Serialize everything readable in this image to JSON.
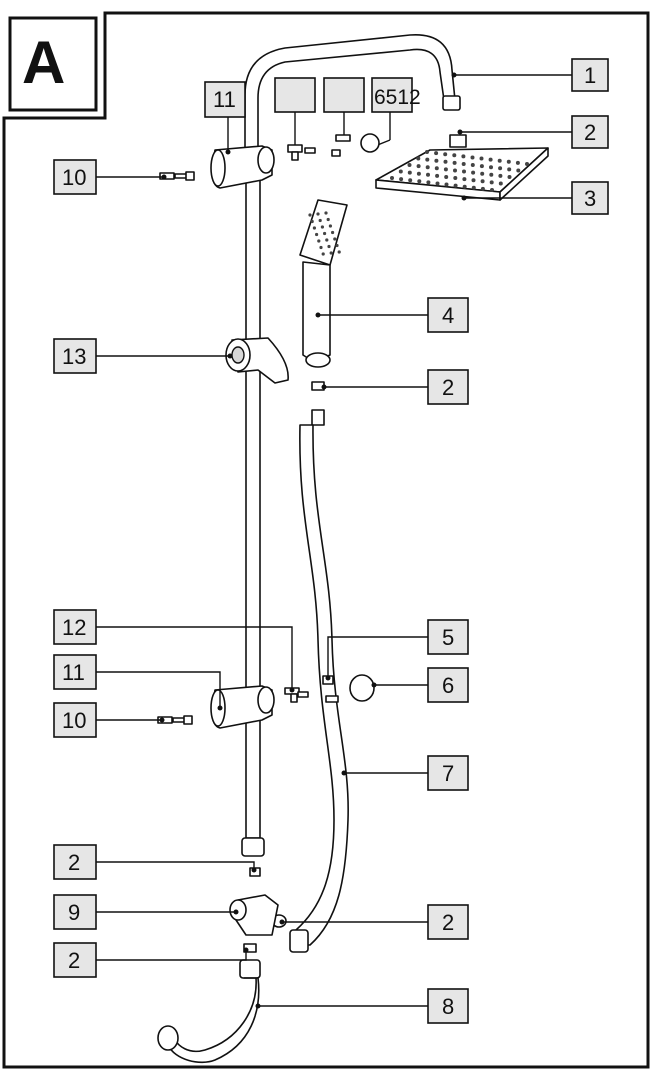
{
  "figure": {
    "panel_letter": "A",
    "inline_label": "6512"
  },
  "callouts": [
    {
      "id": "c1",
      "text": "1"
    },
    {
      "id": "c2a",
      "text": "2"
    },
    {
      "id": "c3",
      "text": "3"
    },
    {
      "id": "c4",
      "text": "4"
    },
    {
      "id": "c2b",
      "text": "2"
    },
    {
      "id": "c5",
      "text": "5"
    },
    {
      "id": "c6",
      "text": "6"
    },
    {
      "id": "c7",
      "text": "7"
    },
    {
      "id": "c2c",
      "text": "2"
    },
    {
      "id": "c8",
      "text": "8"
    },
    {
      "id": "c11a",
      "text": "11"
    },
    {
      "id": "c10a",
      "text": "10"
    },
    {
      "id": "c13",
      "text": "13"
    },
    {
      "id": "c12",
      "text": "12"
    },
    {
      "id": "c11b",
      "text": "11"
    },
    {
      "id": "c10b",
      "text": "10"
    },
    {
      "id": "c2d",
      "text": "2"
    },
    {
      "id": "c9",
      "text": "9"
    },
    {
      "id": "c2e",
      "text": "2"
    }
  ]
}
